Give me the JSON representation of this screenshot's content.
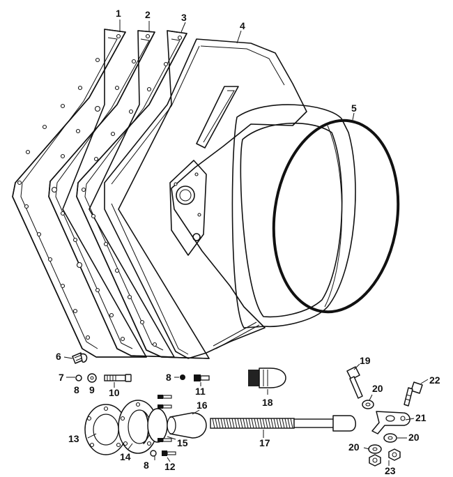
{
  "diagram": {
    "callouts": [
      {
        "id": "c1",
        "text": "1"
      },
      {
        "id": "c2",
        "text": "2"
      },
      {
        "id": "c3",
        "text": "3"
      },
      {
        "id": "c4",
        "text": "4"
      },
      {
        "id": "c5",
        "text": "5"
      },
      {
        "id": "c6",
        "text": "6"
      },
      {
        "id": "c7",
        "text": "7"
      },
      {
        "id": "c8a",
        "text": "8"
      },
      {
        "id": "c9",
        "text": "9"
      },
      {
        "id": "c10",
        "text": "10"
      },
      {
        "id": "c8b",
        "text": "8"
      },
      {
        "id": "c11",
        "text": "11"
      },
      {
        "id": "c18",
        "text": "18"
      },
      {
        "id": "c19",
        "text": "19"
      },
      {
        "id": "c20a",
        "text": "20"
      },
      {
        "id": "c22",
        "text": "22"
      },
      {
        "id": "c13",
        "text": "13"
      },
      {
        "id": "c14",
        "text": "14"
      },
      {
        "id": "c15",
        "text": "15"
      },
      {
        "id": "c16",
        "text": "16"
      },
      {
        "id": "c17",
        "text": "17"
      },
      {
        "id": "c21",
        "text": "21"
      },
      {
        "id": "c20b",
        "text": "20"
      },
      {
        "id": "c20c",
        "text": "20"
      },
      {
        "id": "c8c",
        "text": "8"
      },
      {
        "id": "c12",
        "text": "12"
      },
      {
        "id": "c23",
        "text": "23"
      }
    ]
  }
}
